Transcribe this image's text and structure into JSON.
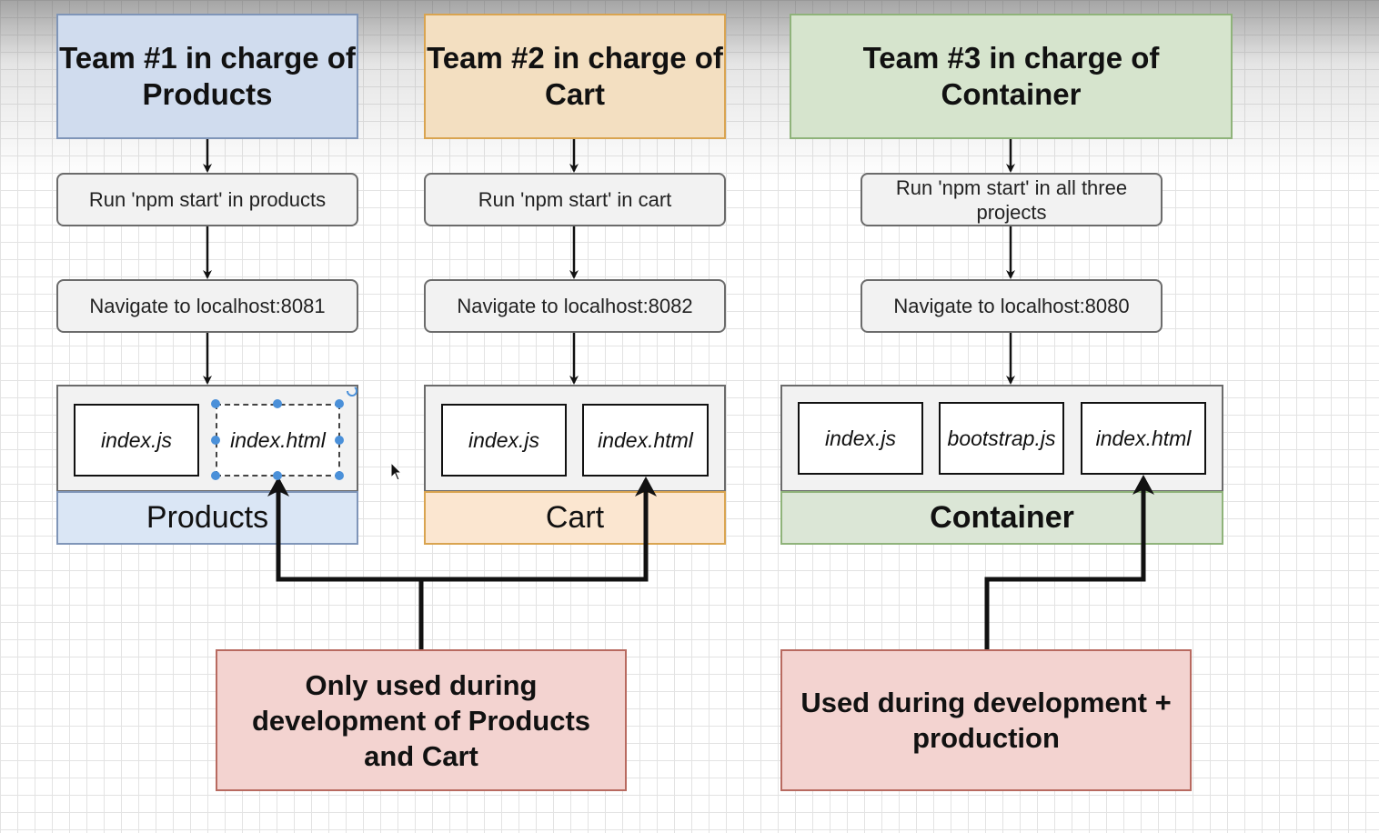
{
  "teams": [
    {
      "title": "Team #1 in charge of Products",
      "color": "#d3dff0"
    },
    {
      "title": "Team #2 in charge of Cart",
      "color": "#f6e3c8"
    },
    {
      "title": "Team #3 in charge of Container",
      "color": "#dbe7d3"
    }
  ],
  "steps": {
    "products_run": "Run 'npm start' in products",
    "cart_run": "Run 'npm start' in cart",
    "container_run": "Run 'npm start' in all three projects",
    "products_nav": "Navigate to localhost:8081",
    "cart_nav": "Navigate to localhost:8082",
    "container_nav": "Navigate to localhost:8080"
  },
  "projects": {
    "products": {
      "label": "Products",
      "files": [
        "index.js",
        "index.html"
      ],
      "color": "#dae6f5"
    },
    "cart": {
      "label": "Cart",
      "files": [
        "index.js",
        "index.html"
      ],
      "color": "#fbe6d0"
    },
    "container": {
      "label": "Container",
      "files": [
        "index.js",
        "bootstrap.js",
        "index.html"
      ],
      "color": "#dbe6d6"
    }
  },
  "notes": {
    "dev_only": "Only used during development of Products and Cart",
    "dev_prod": "Used during development + production"
  }
}
